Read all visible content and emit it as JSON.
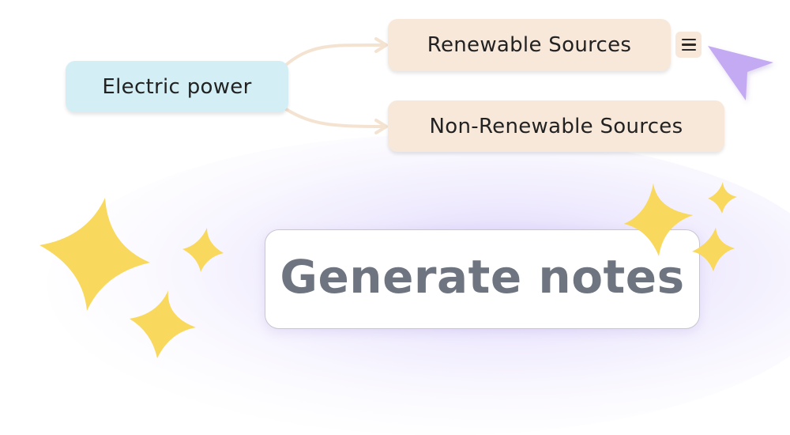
{
  "mindmap": {
    "root": {
      "label": "Electric power",
      "color": "#d3eff5"
    },
    "children": [
      {
        "label": "Renewable Sources",
        "color": "#f8e8da"
      },
      {
        "label": "Non-Renewable Sources",
        "color": "#f8e8da"
      }
    ],
    "connector_color": "#f5e3d1",
    "node_menu": {
      "icon": "hamburger-menu-icon"
    }
  },
  "cursor": {
    "icon": "pointer-arrow-icon",
    "color": "#c4aaf2"
  },
  "action": {
    "label": "Generate notes",
    "text_color": "#6e7580"
  },
  "decorations": {
    "sparkle_color": "#f9d85e",
    "glow_color": "#cdbefa"
  }
}
